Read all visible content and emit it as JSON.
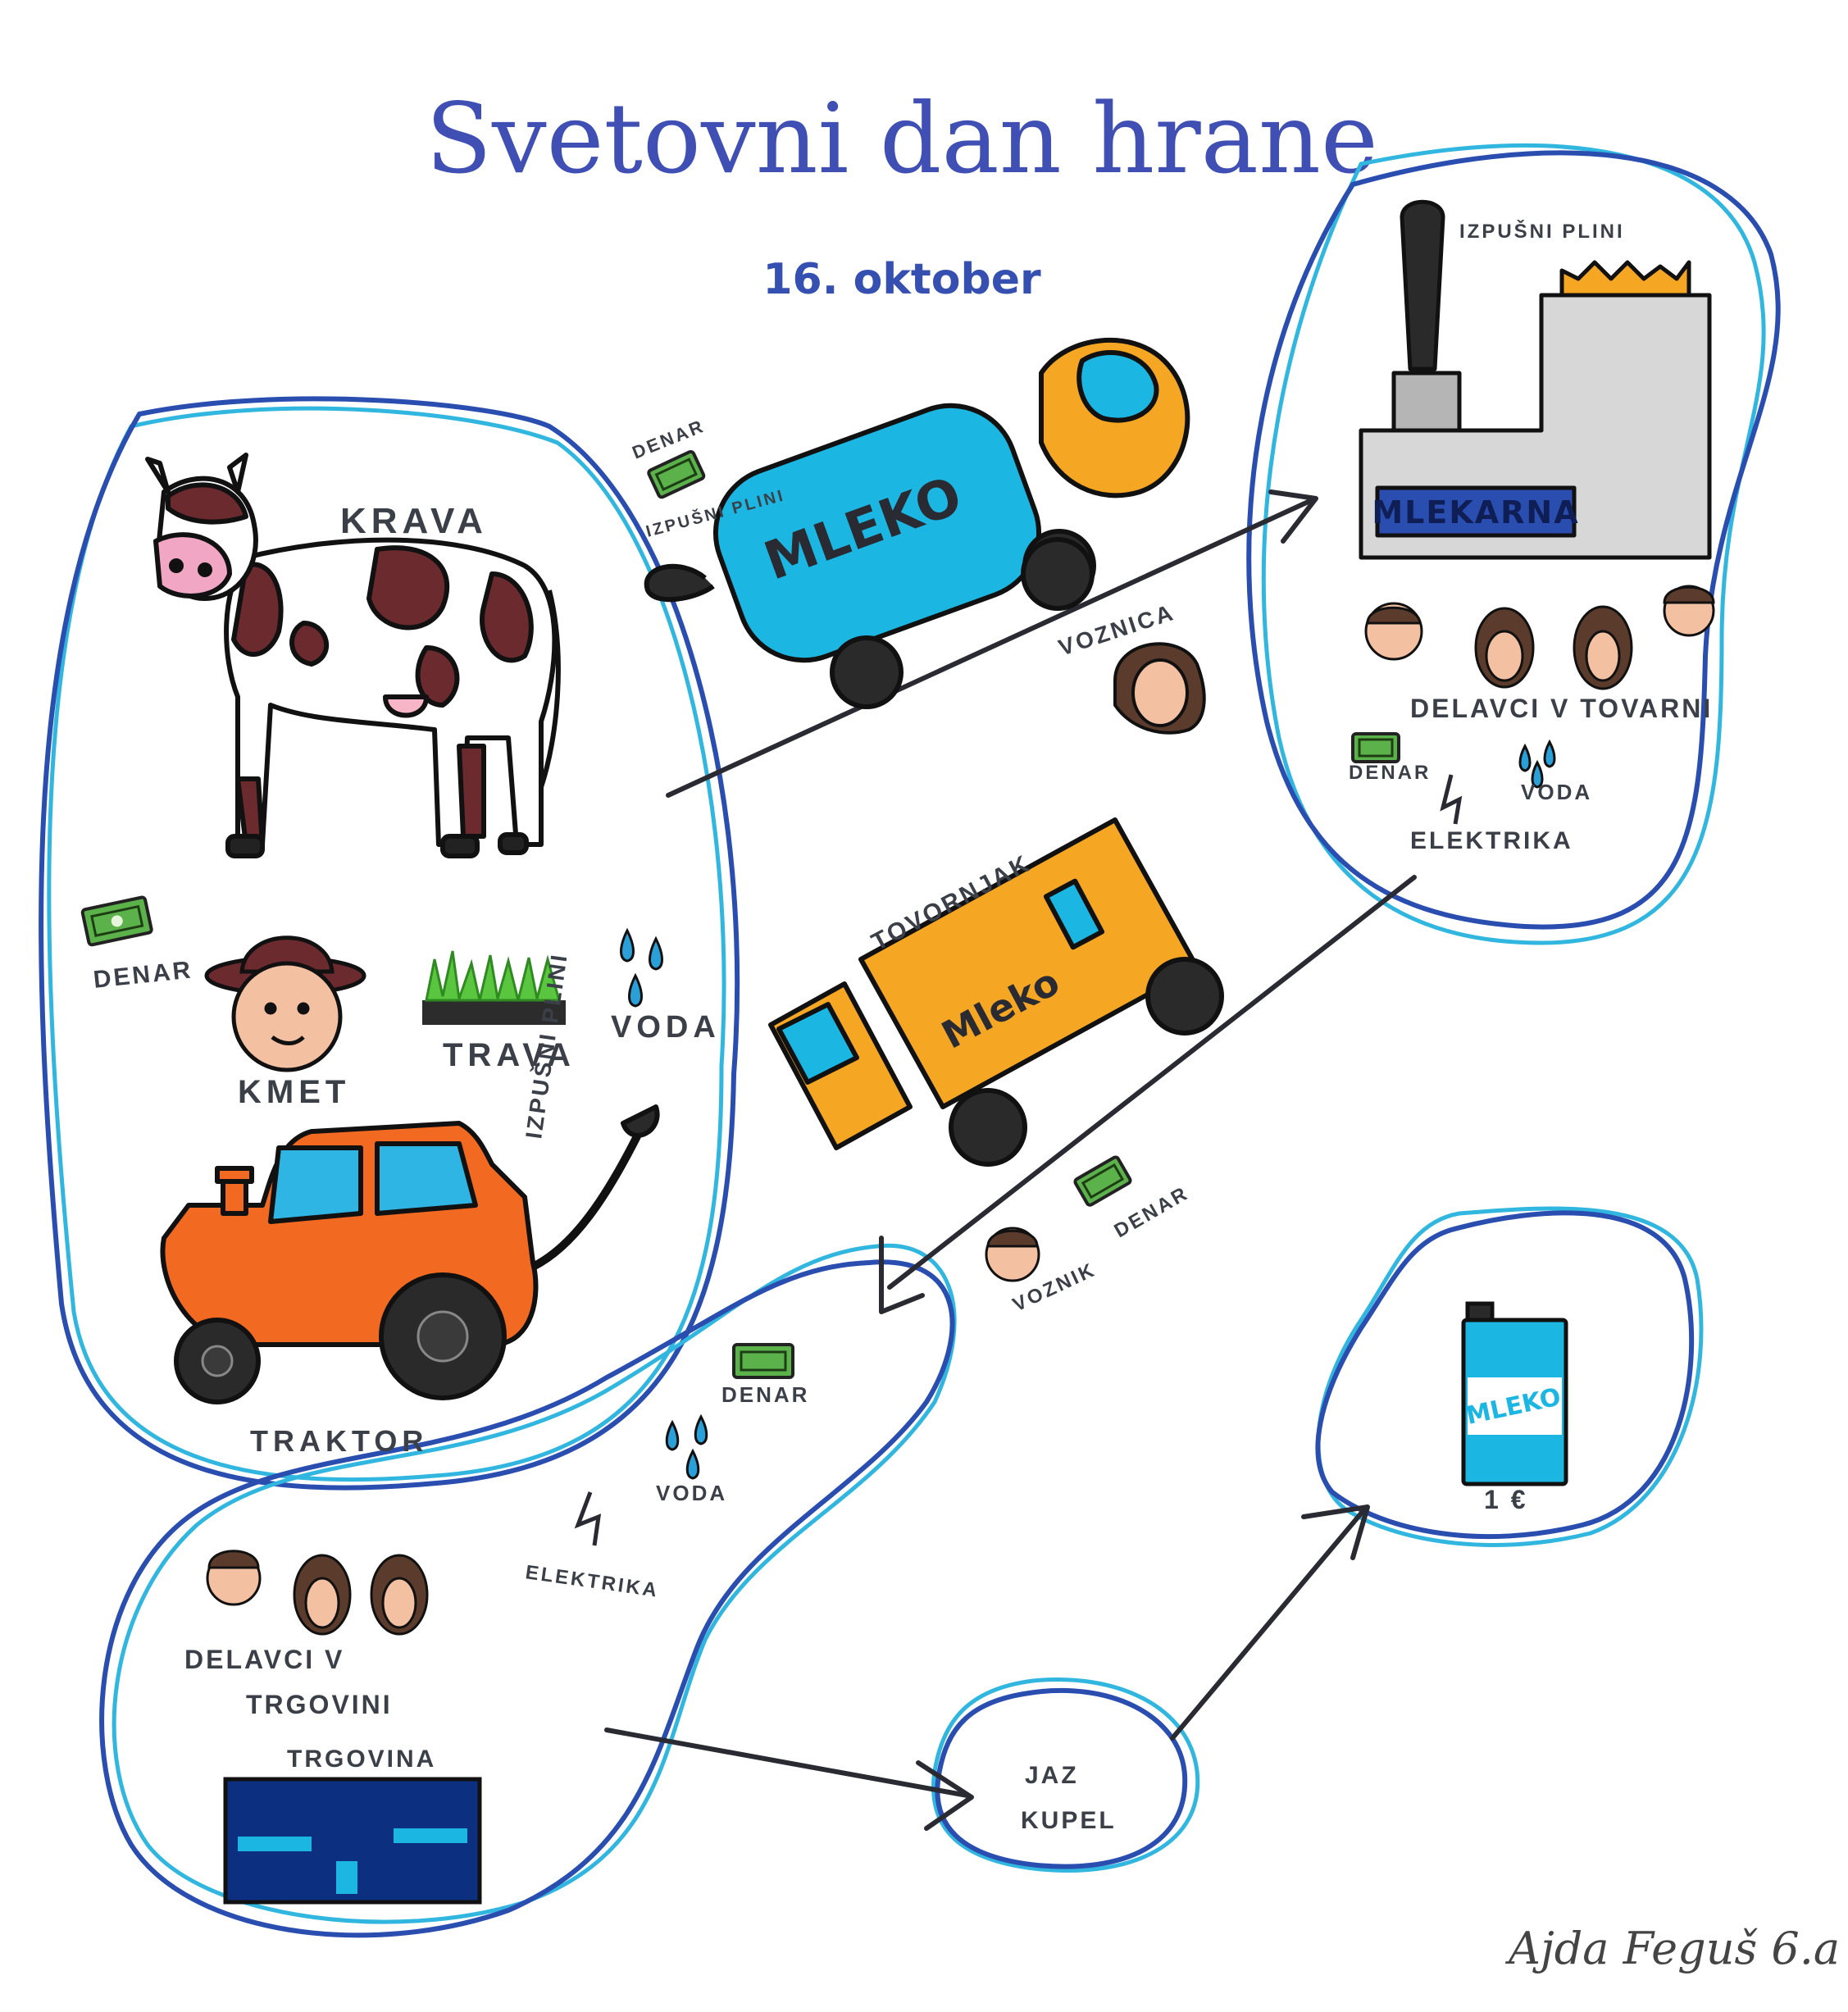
{
  "title": "Svetovni dan hrane",
  "date": "16. oktober",
  "signature": "Ajda Feguš 6.a",
  "farm": {
    "krava": "KRAVA",
    "denar": "DENAR",
    "kmet": "KMET",
    "trava": "TRAVA",
    "voda": "VODA",
    "traktor": "TRAKTOR",
    "izpusni_plini": "IZPUŠNI PLINI"
  },
  "tanker": {
    "mleko": "MLEKO",
    "denar": "DENAR",
    "izpusni_plini": "IZPUŠNI PLINI",
    "voznica": "VOZNICA"
  },
  "dairy": {
    "izpusni_plini": "IZPUŠNI PLINI",
    "sign": "MLEKARNA",
    "delavci": "DELAVCI V TOVARNI",
    "denar": "DENAR",
    "voda": "VODA",
    "elektrika": "ELEKTRIKA"
  },
  "truck": {
    "tovornjak": "TOVORNJAK",
    "mleko": "Mleko",
    "voznik": "VOZNIK",
    "denar": "DENAR"
  },
  "store": {
    "denar": "DENAR",
    "voda": "VODA",
    "elektrika": "ELEKTRIKA",
    "delavci_line1": "DELAVCI V",
    "delavci_line2": "TRGOVINI",
    "trgovina": "TRGOVINA"
  },
  "me": {
    "line1": "JAZ",
    "line2": "KUPEL"
  },
  "product": {
    "label": "MLEKO",
    "price": "1 €"
  },
  "colors": {
    "ink_blue": "#2a4db0",
    "light_blue": "#31b7df",
    "cyan": "#1cb6e3",
    "orange": "#f5a623",
    "tractor_orange": "#f26a22",
    "cow_brown": "#6b2a2e",
    "navy": "#0c2f80"
  }
}
